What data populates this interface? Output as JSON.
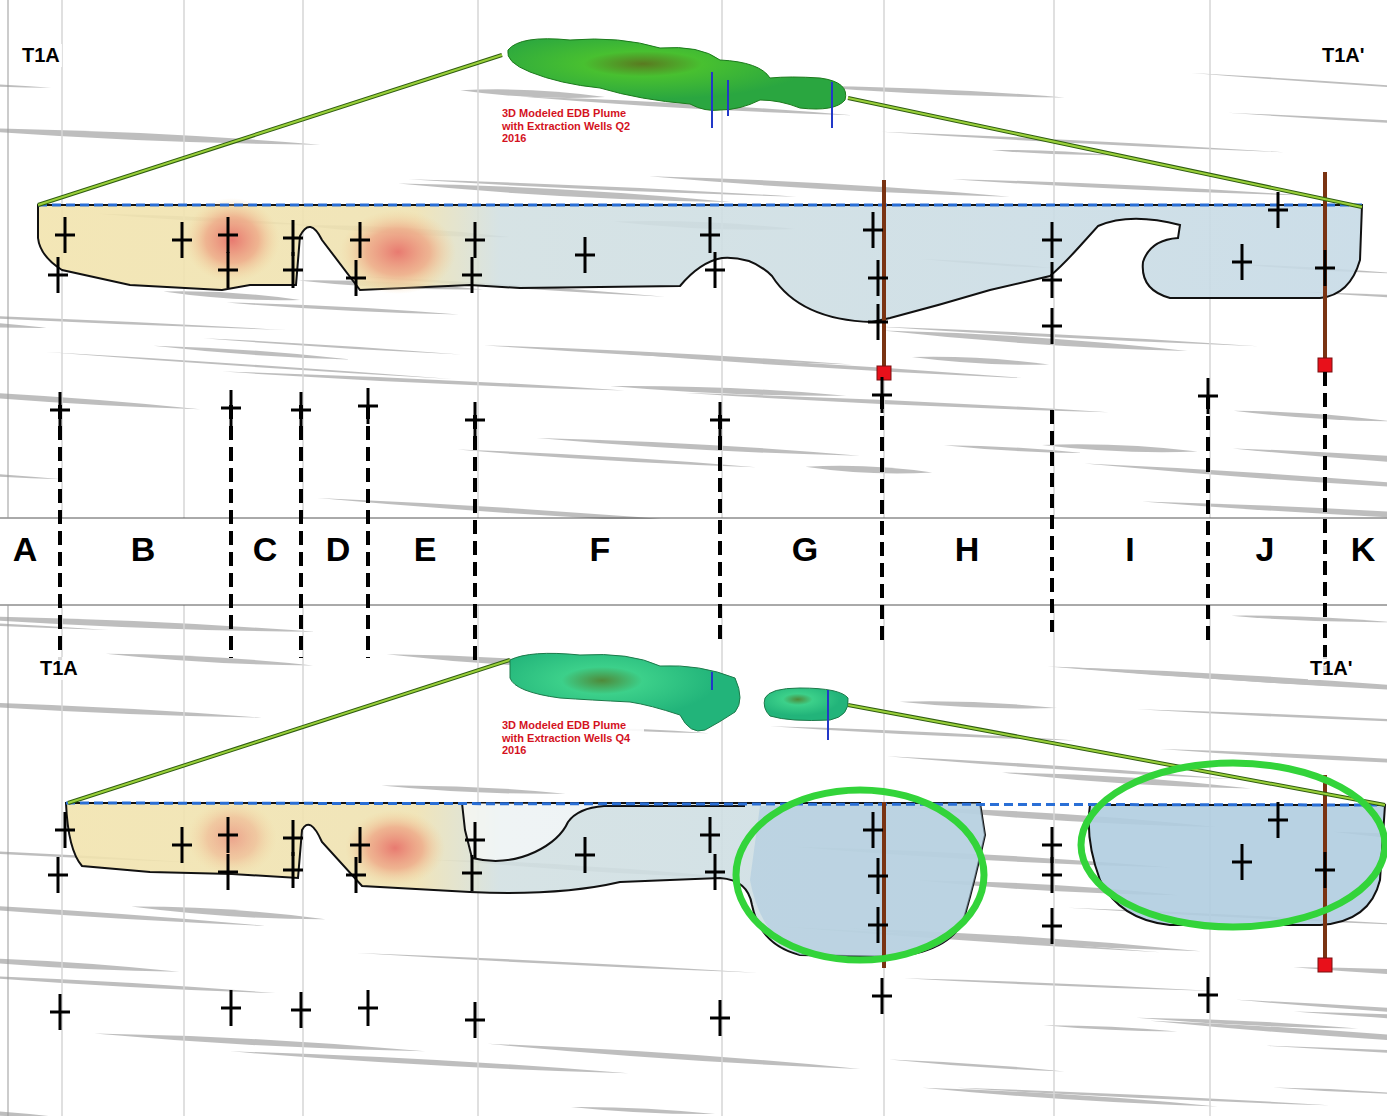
{
  "diagram": {
    "labels": [
      "T1A",
      "T1A'",
      "3D Modeled EDB Plume with Extraction Wells Q2 2016",
      "A",
      "B",
      "C",
      "D",
      "E",
      "F",
      "G",
      "H",
      "I",
      "J",
      "K",
      "T1A",
      "T1A'",
      "3D Modeled EDB Plume with Extraction Wells Q4 2016"
    ]
  }
}
